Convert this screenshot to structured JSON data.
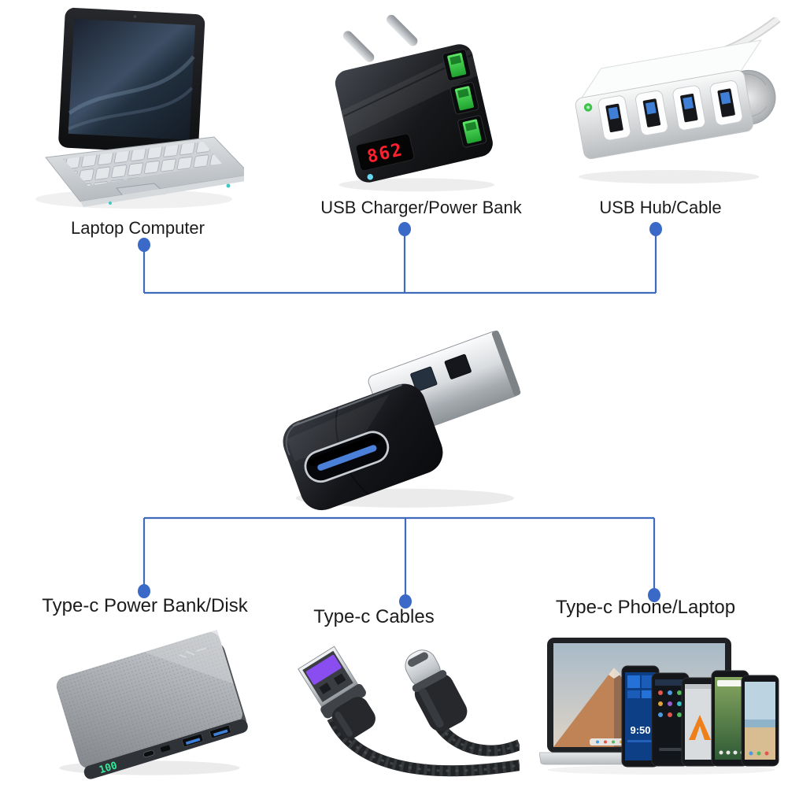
{
  "page": {
    "background": "#ffffff"
  },
  "labels": {
    "laptop": "Laptop Computer",
    "charger": "USB Charger/Power Bank",
    "hub": "USB Hub/Cable",
    "powerbank": "Type-c Power Bank/Disk",
    "cables": "Type-c Cables",
    "phone": "Type-c Phone/Laptop"
  },
  "displays": {
    "charger_led": "862",
    "powerbank_battery": "100",
    "phone_clock": "9:50"
  },
  "colors": {
    "connector_line": "#3e6bbb",
    "connector_dot": "#3a69c7",
    "label_text": "#1c1c1e",
    "charger_digit_red": "#ff2030",
    "powerbank_digit_green": "#35e89a",
    "usb_port_green": "#3fca4e",
    "usb3_tongue_blue": "#3f7fd6",
    "cable_tongue_purple": "#8a4df0"
  },
  "icons": {
    "laptop-icon": "tilted open netbook, dark blue-wave screen, silver keyboard",
    "usb-charger-icon": "black EU wall charger, two pins, three green USB ports, red LED display",
    "usb-hub-icon": "silver 4-port USB 3.0 hub with white cable",
    "usb-adapter-icon": "silver USB-A male plug with black Type-C female body",
    "powerbank-icon": "gray textured power bank with green 100 display and blue USB ports",
    "type-c-cables-icon": "braided USB-A and USB-C black cables",
    "devices-icon": "MacBook with five smartphones standing in front"
  }
}
